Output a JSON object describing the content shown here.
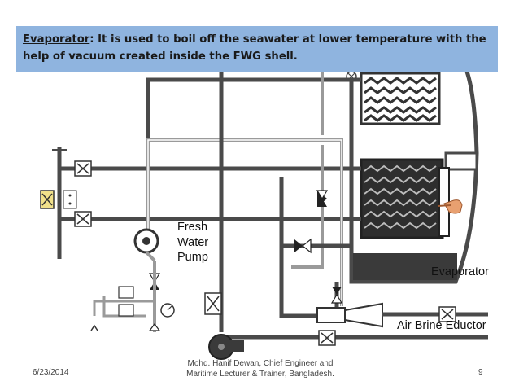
{
  "banner": {
    "term": "Evaporator",
    "text": ": It is used to boil off the seawater at lower temperature with the help of vacuum created inside the FWG shell."
  },
  "labels": {
    "pump_line1": "Fresh",
    "pump_line2": "Water",
    "pump_line3": "Pump",
    "evaporator": "Evaporator",
    "eductor": "Air Brine Eductor"
  },
  "footer": {
    "date": "6/23/2014",
    "author_line1": "Mohd. Hanif Dewan, Chief Engineer and",
    "author_line2": "Maritime Lecturer & Trainer, Bangladesh.",
    "page": "9"
  },
  "colors": {
    "banner_bg": "#8fb4df",
    "pipe": "#4a4a4a",
    "pipe_light": "#9a9a9a",
    "brine": "#3a3a3a",
    "pointer_hand": "#e8a070"
  }
}
